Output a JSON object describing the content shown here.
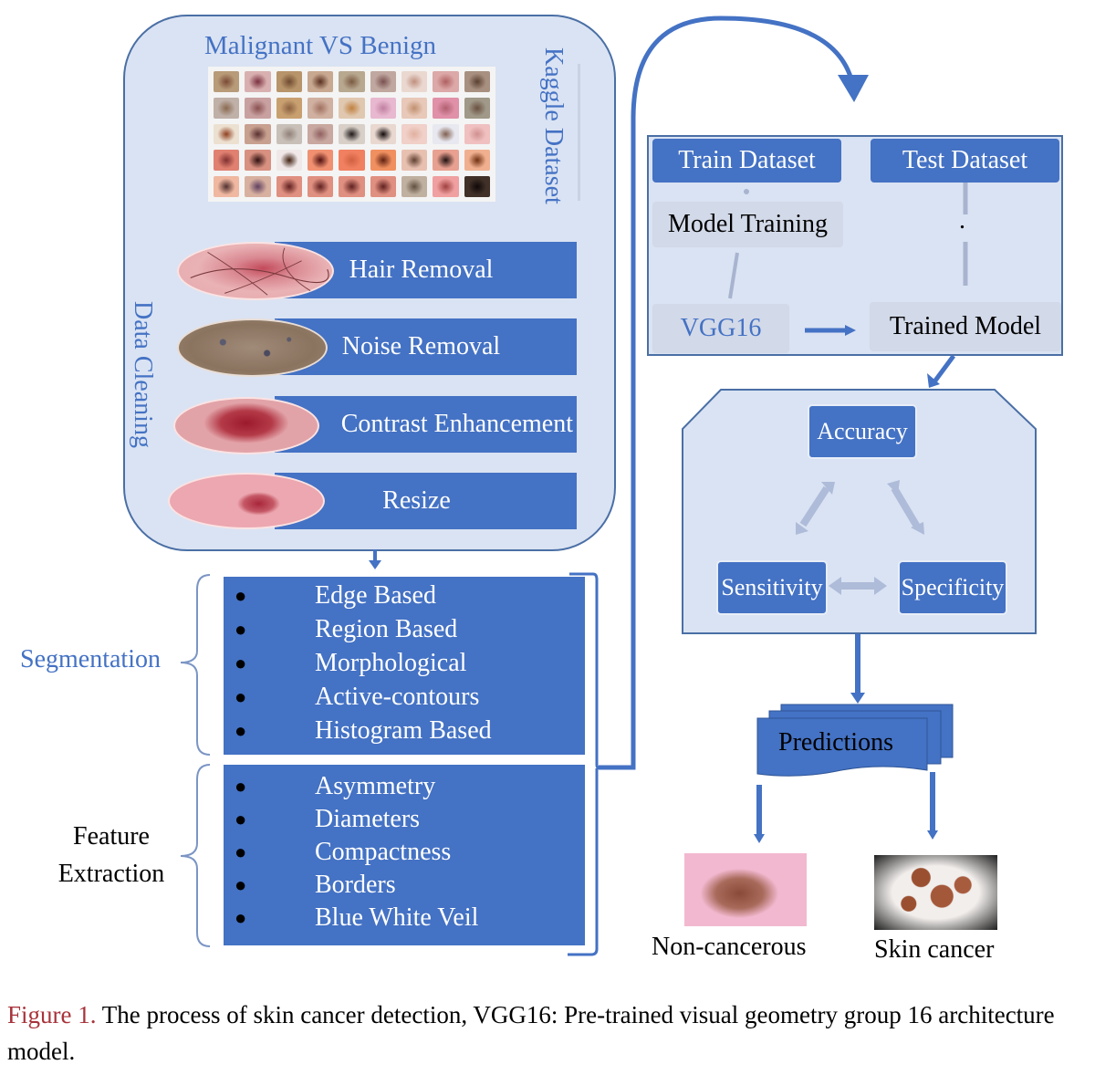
{
  "colors": {
    "primary_blue": "#4472c4",
    "panel_fill": "#dae3f3",
    "panel_border": "#4a6fa5",
    "caption_accent": "#a8323a"
  },
  "data_cleaning_panel": {
    "header": "Malignant VS Benign",
    "side_label_dataset": "Kaggle Dataset",
    "side_label_cleaning": "Data Cleaning",
    "thumbnail_grid": {
      "rows": 5,
      "cols": 9,
      "image": "dermoscopy-sample-grid"
    },
    "steps": [
      {
        "label": "Hair Removal",
        "image": "skin-lesion-with-hair"
      },
      {
        "label": "Noise Removal",
        "image": "noisy-skin-texture"
      },
      {
        "label": "Contrast Enhancement",
        "image": "high-contrast-lesion"
      },
      {
        "label": "Resize",
        "image": "resized-lesion"
      }
    ]
  },
  "segmentation": {
    "label": "Segmentation",
    "items": [
      "Edge Based",
      "Region Based",
      "Morphological",
      "Active-contours",
      "Histogram Based"
    ]
  },
  "feature_extraction": {
    "label_line1": "Feature",
    "label_line2": "Extraction",
    "items": [
      "Asymmetry",
      "Diameters",
      "Compactness",
      "Borders",
      "Blue White Veil"
    ]
  },
  "model_panel": {
    "train_dataset": "Train Dataset",
    "test_dataset": "Test Dataset",
    "model_training": "Model Training",
    "vgg16": "VGG16",
    "trained_model": "Trained Model",
    "dot": "."
  },
  "metrics_panel": {
    "accuracy": "Accuracy",
    "sensitivity": "Sensitivity",
    "specificity": "Specificity"
  },
  "predictions": {
    "label": "Predictions",
    "outcomes": [
      {
        "label": "Non-cancerous",
        "image": "benign-lesion"
      },
      {
        "label": "Skin cancer",
        "image": "malignant-lesion"
      }
    ]
  },
  "caption": {
    "figure_label": "Figure 1.",
    "text": " The process of skin cancer detection, VGG16: Pre-trained visual geometry group 16 architecture model."
  }
}
